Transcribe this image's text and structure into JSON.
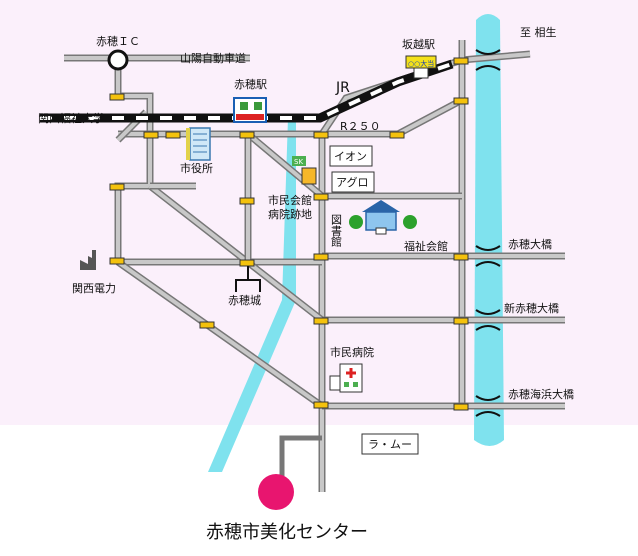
{
  "map": {
    "title": "赤穂市美化センター",
    "labels": {
      "ako_ic": "赤穂ＩＣ",
      "expressway": "山陽自動車道",
      "ako_station": "赤穂駅",
      "jr": "JR",
      "sakoshi_station": "坂越駅",
      "to_aioi": "至 相生",
      "kansai_welfare_univ": "関西福祉大学",
      "r250": "R２５０",
      "city_hall": "市役所",
      "aeon": "イオン",
      "aguro": "アグロ",
      "civic_hall_site_line1": "市民会館",
      "civic_hall_site_line2": "病院跡地",
      "library": "図書館",
      "welfare_hall": "福祉会館",
      "ako_bridge": "赤穂大橋",
      "kansai_electric": "関西電力",
      "ako_castle": "赤穂城",
      "shin_ako_bridge": "新赤穂大橋",
      "city_hospital": "市民病院",
      "ako_kaihin_bridge": "赤穂海浜大橋",
      "la_mu": "ラ・ムー",
      "sakoshi_sign": "○○大当",
      "sk_sign": "SK"
    },
    "colors": {
      "background": "#fbf0fb",
      "river": "#7fe2ee",
      "road": "#777777",
      "road_inner": "#c8c8c8",
      "rail": "#111111",
      "target": "#e8156f",
      "signal": "#f4c20d"
    }
  }
}
